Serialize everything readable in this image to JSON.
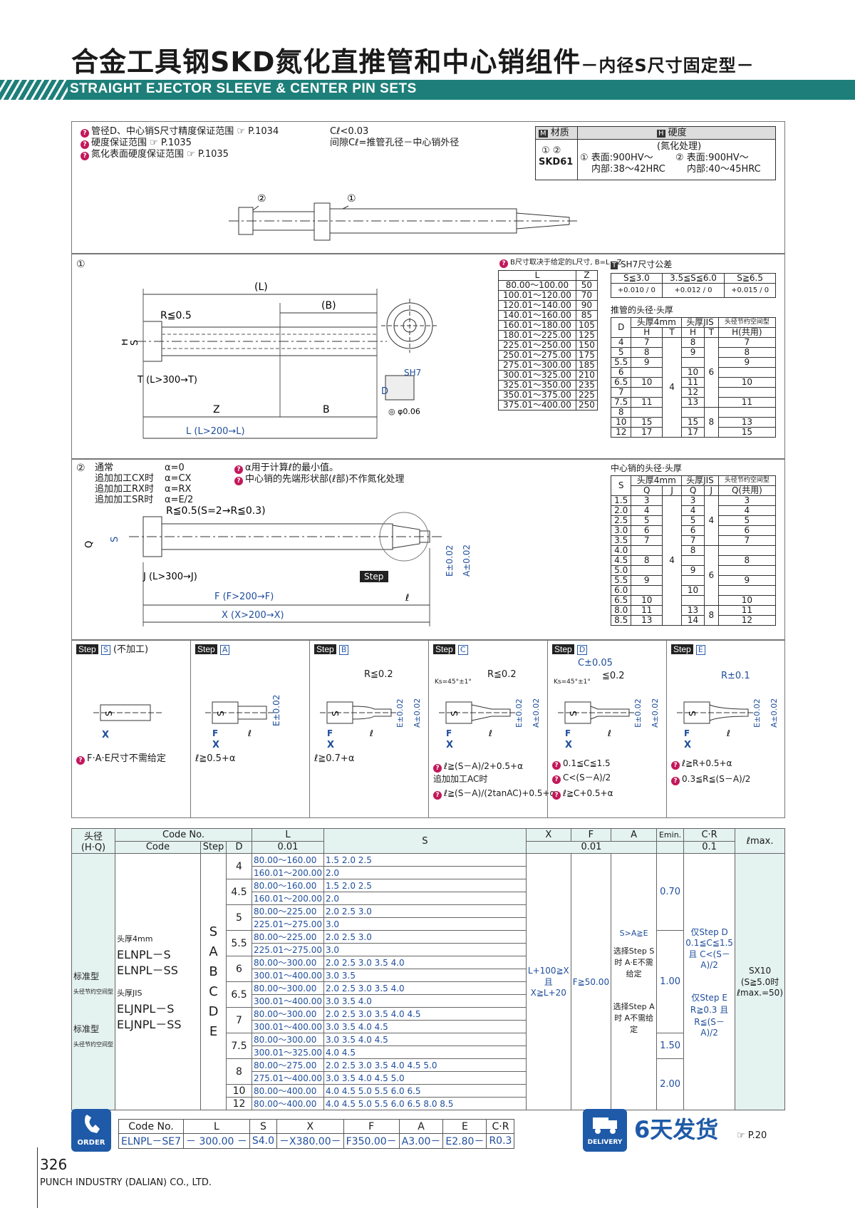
{
  "header": {
    "title": "合金工具钢SKD氮化直推管和中心销组件",
    "subtitle": "－内径S尺寸固定型－",
    "band": "STRAIGHT EJECTOR SLEEVE & CENTER PIN SETS"
  },
  "top_notes": [
    "管径D、中心销S尺寸精度保证范围 ☞ P.1034",
    "硬度保证范围 ☞ P.1035",
    "氮化表面硬度保证范围 ☞ P.1035"
  ],
  "clearance": {
    "line1": "Cℓ<0.03",
    "line2": "间隙Cℓ=推管孔径－中心销外径"
  },
  "material": {
    "h_material": "材质",
    "h_hardness": "硬度",
    "m_icon": "M",
    "h_icon": "H",
    "parts": "① ②",
    "grade": "SKD61",
    "treat": "(氮化处理)",
    "h1a": "① 表面:900HV～",
    "h1b": "内部:38～42HRC",
    "h2a": "② 表面:900HV～",
    "h2b": "内部:40～45HRC"
  },
  "callouts": {
    "c1": "①",
    "c2": "②"
  },
  "sec1": {
    "label": "①",
    "B_note": "B尺寸取决于给定的L尺寸, B=L－Z",
    "L_head": "L",
    "Z_head": "Z",
    "LZ": [
      [
        "80.00～100.00",
        "50"
      ],
      [
        "100.01～120.00",
        "70"
      ],
      [
        "120.01～140.00",
        "90"
      ],
      [
        "140.01～160.00",
        "85"
      ],
      [
        "160.01～180.00",
        "105"
      ],
      [
        "180.01～225.00",
        "125"
      ],
      [
        "225.01～250.00",
        "150"
      ],
      [
        "250.01～275.00",
        "175"
      ],
      [
        "275.01～300.00",
        "185"
      ],
      [
        "300.01～325.00",
        "210"
      ],
      [
        "325.01～350.00",
        "235"
      ],
      [
        "350.01～375.00",
        "225"
      ],
      [
        "375.01～400.00",
        "250"
      ]
    ],
    "tol_title": "SH7尺寸公差",
    "tol_heads": [
      "S≦3.0",
      "3.5≦S≦6.0",
      "S≧6.5"
    ],
    "tol_vals": [
      "+0.010 / 0",
      "+0.012 / 0",
      "+0.015 / 0"
    ],
    "head_title": "推管的头径·头厚",
    "h_D": "D",
    "h_4mm": "头厚4mm",
    "h_JIS": "头厚JIS",
    "h_rec": "头径节约空间型",
    "h_H": "H",
    "h_T": "T",
    "h_Hc": "H(共用)",
    "D": [
      "4",
      "5",
      "5.5",
      "6",
      "6.5",
      "7",
      "7.5",
      "8",
      "10",
      "12"
    ],
    "H4": [
      "7",
      "8",
      "9",
      "",
      "10",
      "",
      "11",
      "",
      "15",
      "17"
    ],
    "HJ": [
      "8",
      "9",
      "",
      "10",
      "11",
      "12",
      "13",
      "",
      "15",
      "17"
    ],
    "Hc": [
      "7",
      "8",
      "9",
      "",
      "10",
      "",
      "11",
      "",
      "13",
      "15"
    ],
    "T4": "4",
    "TJa": "6",
    "TJb": "8",
    "dims": {
      "L": "(L)",
      "B": "(B)",
      "R": "R≦0.5",
      "H": "H",
      "S": "S",
      "T": "T",
      "Z": "Z",
      "B2": "B",
      "Ltol": "L (L>200→L)",
      "Ttol": "T (L>300→T)",
      "SH7": "SH7",
      "Dtol": "D",
      "coax": "◎ φ0.06"
    }
  },
  "sec2": {
    "label": "②",
    "modes": [
      [
        "通常",
        "α=0"
      ],
      [
        "追加加工CX时",
        "α=CX"
      ],
      [
        "追加加工RX时",
        "α=RX"
      ],
      [
        "追加加工SR时",
        "α=E/2"
      ]
    ],
    "notes": [
      "α用于计算ℓ的最小值。",
      "中心销的先端形状部(ℓ部)不作氮化处理"
    ],
    "dims": {
      "R": "R≦0.5(S=2→R≦0.3)",
      "Q": "Q",
      "S": "S",
      "J": "J (L>300→J)",
      "F": "F (F>200→F)",
      "X": "X (X>200→X)",
      "step": "Step",
      "l": "ℓ",
      "E": "E±0.02",
      "A": "A±0.02"
    },
    "pin_title": "中心销的头径·头厚",
    "h_S": "S",
    "h_Q": "Q",
    "h_J": "J",
    "h_Qc": "Q(共用)",
    "S": [
      "1.5",
      "2.0",
      "2.5",
      "3.0",
      "3.5",
      "4.0",
      "4.5",
      "5.0",
      "5.5",
      "6.0",
      "6.5",
      "8.0",
      "8.5"
    ],
    "Q4": [
      "3",
      "4",
      "5",
      "6",
      "7",
      "",
      "8",
      "",
      "9",
      "",
      "10",
      "11",
      "13"
    ],
    "QJ": [
      "3",
      "4",
      "5",
      "6",
      "7",
      "8",
      "",
      "9",
      "",
      "10",
      "",
      "13",
      "14"
    ],
    "Qc": [
      "3",
      "4",
      "5",
      "6",
      "7",
      "",
      "8",
      "",
      "9",
      "",
      "10",
      "11",
      "12"
    ],
    "J4": "4",
    "JJa": "4",
    "JJb": "6",
    "JJc": "8"
  },
  "steps": [
    {
      "code": "S",
      "name": "(不加工)",
      "notes": [
        "F·A·E尺寸不需给定"
      ]
    },
    {
      "code": "A",
      "name": "",
      "notes": [
        "ℓ≧0.5+α"
      ]
    },
    {
      "code": "B",
      "name": "",
      "r": "R≦0.2",
      "notes": [
        "ℓ≧0.7+α"
      ]
    },
    {
      "code": "C",
      "name": "",
      "r": "R≦0.2",
      "ks": "Ks=45°±1°",
      "notes": [
        "ℓ≧(S－A)/2+0.5+α",
        "追加加工AC时",
        "ℓ≧(S－A)/(2tanAC)+0.5+α"
      ]
    },
    {
      "code": "D",
      "name": "",
      "r": "≦0.2",
      "c": "C±0.05",
      "ks": "Ks=45°±1°",
      "notes": [
        "0.1≦C≦1.5",
        "C<(S－A)/2",
        "ℓ≧C+0.5+α"
      ]
    },
    {
      "code": "E",
      "name": "",
      "r": "R±0.1",
      "notes": [
        "ℓ≧R+0.5+α",
        "0.3≦R≦(S－A)/2"
      ]
    }
  ],
  "step_word": "Step",
  "main": {
    "h_head": "头径",
    "h_hq": "(H·Q)",
    "h_codeno": "Code No.",
    "h_code": "Code",
    "h_step": "Step",
    "h_D": "D",
    "h_L": "L",
    "h_S": "S",
    "h_X": "X",
    "h_F": "F",
    "h_A": "A",
    "h_Emin": "Emin.",
    "h_CR": "C·R",
    "h_lmax": "ℓmax.",
    "unit1": "0.01",
    "unit2": "0.01",
    "unit3": "0.1",
    "types": [
      "头厚4mm",
      "标准型",
      "ELNPL－S",
      "头径节约空间型",
      "ELNPL－SS",
      "头厚JIS",
      "标准型",
      "ELJNPL－S",
      "头径节约空间型",
      "ELJNPL－SS"
    ],
    "step_letters": [
      "S",
      "A",
      "B",
      "C",
      "D",
      "E"
    ],
    "rows": [
      [
        "4",
        "80.00～160.00",
        "1.5 2.0 2.5"
      ],
      [
        "",
        "160.01～200.00",
        "2.0"
      ],
      [
        "4.5",
        "80.00～160.00",
        "1.5 2.0 2.5"
      ],
      [
        "",
        "160.01～200.00",
        "2.0"
      ],
      [
        "5",
        "80.00～225.00",
        "2.0 2.5 3.0"
      ],
      [
        "",
        "225.01～275.00",
        "3.0"
      ],
      [
        "5.5",
        "80.00～225.00",
        "2.0 2.5 3.0"
      ],
      [
        "",
        "225.01～275.00",
        "3.0"
      ],
      [
        "6",
        "80.00～300.00",
        "2.0 2.5 3.0 3.5 4.0"
      ],
      [
        "",
        "300.01～400.00",
        "3.0 3.5"
      ],
      [
        "6.5",
        "80.00～300.00",
        "2.0 2.5 3.0 3.5 4.0"
      ],
      [
        "",
        "300.01～400.00",
        "3.0 3.5 4.0"
      ],
      [
        "7",
        "80.00～300.00",
        "2.0 2.5 3.0 3.5 4.0 4.5"
      ],
      [
        "",
        "300.01～400.00",
        "3.0 3.5 4.0 4.5"
      ],
      [
        "7.5",
        "80.00～300.00",
        "3.0 3.5 4.0 4.5"
      ],
      [
        "",
        "300.01～325.00",
        "4.0 4.5"
      ],
      [
        "8",
        "80.00～275.00",
        "2.0 2.5 3.0 3.5 4.0 4.5 5.0"
      ],
      [
        "",
        "275.01～400.00",
        "3.0 3.5 4.0 4.5 5.0"
      ],
      [
        "10",
        "80.00～400.00",
        "4.0 4.5 5.0 5.5 6.0 6.5"
      ],
      [
        "12",
        "80.00～400.00",
        "4.0 4.5 5.0 5.5 6.0 6.5 8.0 8.5"
      ]
    ],
    "X": "L+100≧X 且 X≧L+20",
    "F": "F≧50.00",
    "A1": "S>A≧E",
    "A2": "选择Step S时 A·E不需给定",
    "A3": "选择Step A时 A不需给定",
    "E": [
      "0.70",
      "1.00",
      "1.50",
      "2.00"
    ],
    "CR1": "仅Step D 0.1≦C≦1.5 且 C<(S－A)/2",
    "CR2": "仅Step E R≧0.3 且 R≦(S－A)/2",
    "lmax": "SX10 (S≧5.0时 ℓmax.=50)"
  },
  "order": {
    "label": "ORDER",
    "heads": [
      "Code No.",
      "L",
      "S",
      "X",
      "F",
      "A",
      "E",
      "C·R"
    ],
    "vals": [
      "ELNPL－SE7",
      "－ 300.00 －",
      "S4.0",
      "－X380.00－",
      "F350.00－",
      "A3.00－",
      "E2.80－",
      "R0.3"
    ],
    "delivery": "DELIVERY",
    "days": "6天发货",
    "ref": "☞ P.20"
  },
  "footer": {
    "page": "326",
    "company": "PUNCH INDUSTRY (DALIAN) CO., LTD."
  }
}
